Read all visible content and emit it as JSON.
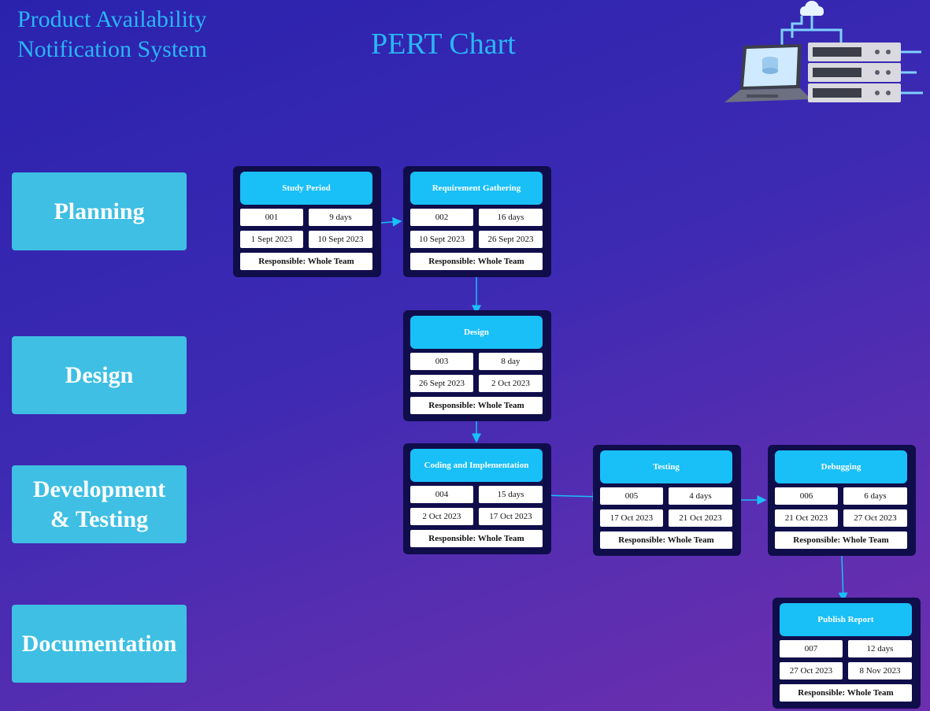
{
  "header": {
    "system_title_line1": "Product Availability",
    "system_title_line2": "Notification System",
    "chart_title": "PERT Chart"
  },
  "phases": [
    {
      "line1": "Planning",
      "line2": ""
    },
    {
      "line1": "Design",
      "line2": ""
    },
    {
      "line1": "Development",
      "line2": "& Testing"
    },
    {
      "line1": "Documentation",
      "line2": ""
    }
  ],
  "tasks": [
    {
      "name": "Study Period",
      "id": "001",
      "duration": "9 days",
      "start": "1 Sept 2023",
      "end": "10 Sept 2023",
      "responsible": "Responsible: Whole Team"
    },
    {
      "name": "Requirement Gathering",
      "id": "002",
      "duration": "16 days",
      "start": "10 Sept 2023",
      "end": "26 Sept 2023",
      "responsible": "Responsible: Whole Team"
    },
    {
      "name": "Design",
      "id": "003",
      "duration": "8 day",
      "start": "26 Sept 2023",
      "end": "2 Oct 2023",
      "responsible": "Responsible: Whole Team"
    },
    {
      "name": "Coding and Implementation",
      "id": "004",
      "duration": "15 days",
      "start": "2 Oct 2023",
      "end": "17 Oct 2023",
      "responsible": "Responsible: Whole Team"
    },
    {
      "name": "Testing",
      "id": "005",
      "duration": "4 days",
      "start": "17 Oct 2023",
      "end": "21 Oct 2023",
      "responsible": "Responsible: Whole Team"
    },
    {
      "name": "Debugging",
      "id": "006",
      "duration": "6 days",
      "start": "21 Oct 2023",
      "end": "27 Oct 2023",
      "responsible": "Responsible: Whole Team"
    },
    {
      "name": "Publish Report",
      "id": "007",
      "duration": "12 days",
      "start": "27 Oct 2023",
      "end": "8 Nov 2023",
      "responsible": "Responsible: Whole Team"
    }
  ],
  "dependencies": [
    [
      "001",
      "002"
    ],
    [
      "002",
      "003"
    ],
    [
      "003",
      "004"
    ],
    [
      "004",
      "005"
    ],
    [
      "005",
      "006"
    ],
    [
      "006",
      "007"
    ]
  ],
  "colors": {
    "accent": "#19bff7",
    "phase": "#3ebfe3",
    "node_bg": "#0f0d4a",
    "title": "#29b6f6"
  },
  "icons": [
    "cloud-network-icon",
    "laptop-icon",
    "server-rack-icon"
  ]
}
